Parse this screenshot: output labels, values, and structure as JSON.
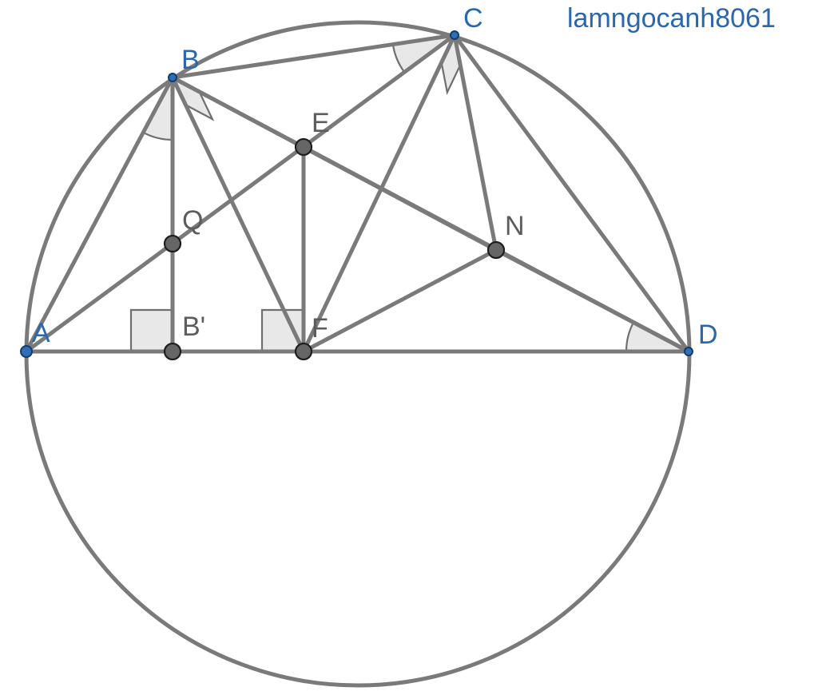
{
  "watermark": "lamngocanh8061",
  "points": {
    "A": {
      "label": "A",
      "kind": "free"
    },
    "B": {
      "label": "B",
      "kind": "free"
    },
    "C": {
      "label": "C",
      "kind": "free"
    },
    "D": {
      "label": "D",
      "kind": "free"
    },
    "E": {
      "label": "E",
      "kind": "dependent"
    },
    "F": {
      "label": "F",
      "kind": "dependent"
    },
    "Q": {
      "label": "Q",
      "kind": "dependent"
    },
    "N": {
      "label": "N",
      "kind": "dependent"
    },
    "B1": {
      "label": "B'",
      "kind": "dependent"
    }
  },
  "segments": [
    [
      "A",
      "B"
    ],
    [
      "B",
      "C"
    ],
    [
      "C",
      "D"
    ],
    [
      "A",
      "D"
    ],
    [
      "B",
      "B1"
    ],
    [
      "B",
      "F"
    ],
    [
      "B",
      "N"
    ],
    [
      "A",
      "C"
    ],
    [
      "E",
      "F"
    ],
    [
      "C",
      "F"
    ],
    [
      "C",
      "N"
    ],
    [
      "F",
      "N"
    ],
    [
      "N",
      "D"
    ],
    [
      "B",
      "D"
    ]
  ],
  "right_angles": [
    {
      "vertex": "B1",
      "sides": [
        "B",
        "A"
      ]
    },
    {
      "vertex": "F",
      "sides": [
        "E",
        "A"
      ]
    }
  ],
  "angle_marks": [
    {
      "vertex": "B",
      "sides": [
        "A",
        "B1"
      ],
      "style": "arc"
    },
    {
      "vertex": "B",
      "sides": [
        "F",
        "N"
      ],
      "style": "square"
    },
    {
      "vertex": "C",
      "sides": [
        "B",
        "A"
      ],
      "style": "arc"
    },
    {
      "vertex": "C",
      "sides": [
        "F",
        "N"
      ],
      "style": "square"
    },
    {
      "vertex": "D",
      "sides": [
        "A",
        "B"
      ],
      "style": "arc"
    }
  ],
  "colors": {
    "line": "#7a7a7a",
    "free_point": "#2f6fb5",
    "dependent_point": "#666666",
    "free_label": "#2b67ad",
    "dependent_label": "#5c5c5c"
  }
}
